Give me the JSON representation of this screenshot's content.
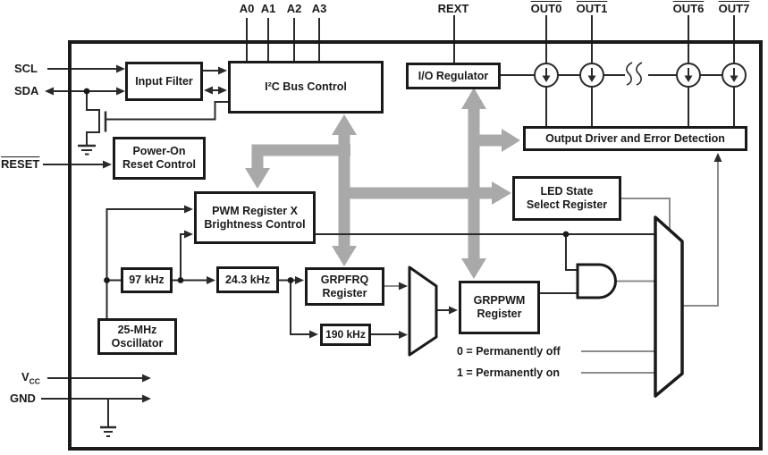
{
  "pins": {
    "address": [
      "A0",
      "A1",
      "A2",
      "A3"
    ],
    "rext": "REXT",
    "outputs": [
      "OUT0",
      "OUT1",
      "OUT6",
      "OUT7"
    ],
    "scl": "SCL",
    "sda": "SDA",
    "reset": "RESET",
    "vcc_main": "V",
    "vcc_sub": "CC",
    "gnd": "GND"
  },
  "blocks": {
    "input_filter": "Input Filter",
    "i2c": "I²C Bus Control",
    "io_regulator": "I/O Regulator",
    "output_driver": "Output Driver and Error Detection",
    "por": [
      "Power-On",
      "Reset Control"
    ],
    "lssr": [
      "LED State",
      "Select Register"
    ],
    "pwm": [
      "PWM Register X",
      "Brightness Control"
    ],
    "clk97": "97 kHz",
    "clk243": "24.3 kHz",
    "clk190": "190 kHz",
    "osc": [
      "25-MHz",
      "Oscillator"
    ],
    "grpfrq": [
      "GRPFRQ",
      "Register"
    ],
    "grppwm": [
      "GRPPWM",
      "Register"
    ]
  },
  "annotations": {
    "perm_off": "0 = Permanently off",
    "perm_on": "1 = Permanently on"
  },
  "colors": {
    "bus_gray": "#a9a9a9",
    "line_dark": "#2a2a2a",
    "line_gray": "#8c8c8c",
    "box_border": "#1a1a1a",
    "background": "#ffffff"
  }
}
